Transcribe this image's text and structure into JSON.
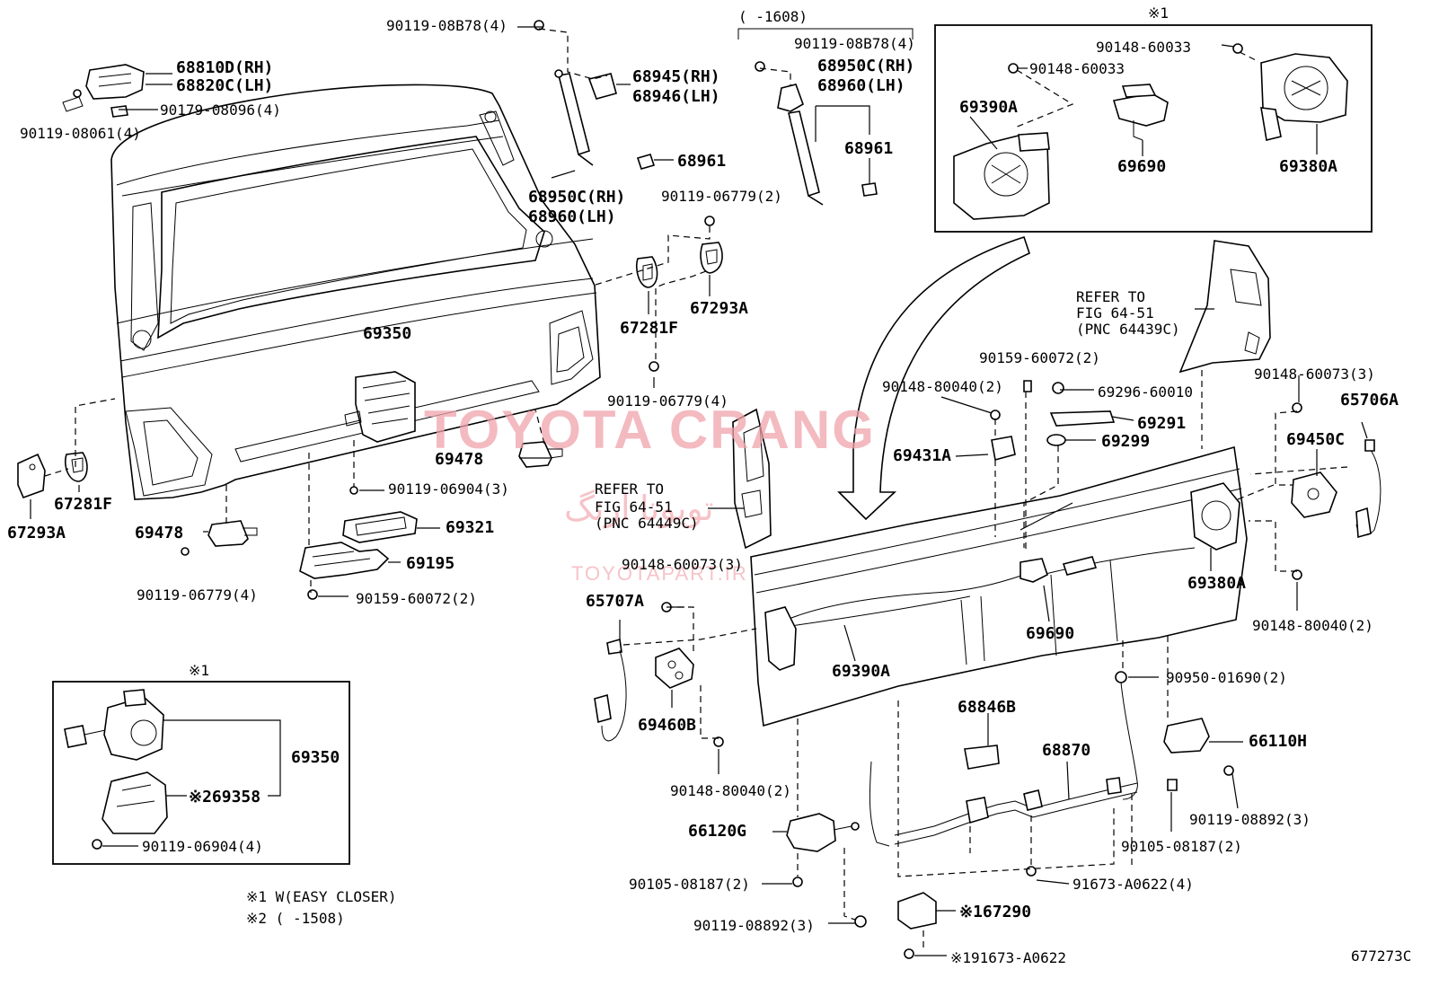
{
  "colors": {
    "line": "#000000",
    "watermark": "#f0a4ac",
    "background": "#ffffff"
  },
  "watermark": {
    "brand": "TOYOTA CRANG",
    "persian": "تویوتا ارنگ",
    "url": "TOYOTAPART.IR"
  },
  "diagram_id": "677273C",
  "notes": {
    "note1": "※1 W(EASY CLOSER)",
    "note2": "※2 (      -1508)",
    "range_top": "(      -1608)"
  },
  "inset_labels": {
    "inset_left": "※1",
    "inset_top_right": "※1"
  },
  "refer": {
    "a_line1": "REFER TO",
    "a_line2": "FIG 64-51",
    "a_line3": "(PNC 64439C)",
    "b_line1": "REFER TO",
    "b_line2": "FIG 64-51",
    "b_line3": "(PNC 64449C)"
  },
  "labels": {
    "l_90119_08B78_a": "90119-08B78(4)",
    "l_68810D": "68810D(RH)",
    "l_68820C": "68820C(LH)",
    "l_90179_08096": "90179-08096(4)",
    "l_90119_08061": "90119-08061(4)",
    "l_68945": "68945(RH)",
    "l_68946": "68946(LH)",
    "l_68961_a": "68961",
    "l_68950C_a": "68950C(RH)",
    "l_68960_a": "68960(LH)",
    "l_90119_06779_a": "90119-06779(2)",
    "l_67281F_a": "67281F",
    "l_67293A_a": "67293A",
    "l_69350_a": "69350",
    "l_90119_06779_b": "90119-06779(4)",
    "l_69478_a": "69478",
    "l_90119_06904_a": "90119-06904(3)",
    "l_69321": "69321",
    "l_69195": "69195",
    "l_90159_60072_a": "90159-60072(2)",
    "l_67281F_b": "67281F",
    "l_67293A_b": "67293A",
    "l_69478_b": "69478",
    "l_90119_06779_c": "90119-06779(4)",
    "l_90119_08B78_b": "90119-08B78(4)",
    "l_68950C_b": "68950C(RH)",
    "l_68960_b": "68960(LH)",
    "l_68961_b": "68961",
    "l_90148_60033_a": "90148-60033",
    "l_90148_60033_b": "90148-60033",
    "l_69390A_a": "69390A",
    "l_69690_a": "69690",
    "l_69380A_a": "69380A",
    "l_90159_60072_b": "90159-60072(2)",
    "l_90148_80040_a": "90148-80040(2)",
    "l_69296_60010": "69296-60010",
    "l_69291": "69291",
    "l_69299": "69299",
    "l_69431A": "69431A",
    "l_90148_60073_a": "90148-60073(3)",
    "l_65706A": "65706A",
    "l_69450C": "69450C",
    "l_90148_60073_b": "90148-60073(3)",
    "l_65707A": "65707A",
    "l_69380A_b": "69380A",
    "l_69690_b": "69690",
    "l_69390A_b": "69390A",
    "l_90148_80040_b": "90148-80040(2)",
    "l_90950_01690": "90950-01690(2)",
    "l_69460B": "69460B",
    "l_68846B": "68846B",
    "l_66110H": "66110H",
    "l_68870": "68870",
    "l_90148_80040_c": "90148-80040(2)",
    "l_90119_08892_a": "90119-08892(3)",
    "l_66120G": "66120G",
    "l_90105_08187_a": "90105-08187(2)",
    "l_90105_08187_b": "90105-08187(2)",
    "l_91673_A0622_a": "91673-A0622(4)",
    "l_67290": "※167290",
    "l_90119_08892_b": "90119-08892(3)",
    "l_91673_A0622_b": "※191673-A0622",
    "l_69350_b": "69350",
    "l_69358": "※269358",
    "l_90119_06904_b": "90119-06904(4)"
  }
}
